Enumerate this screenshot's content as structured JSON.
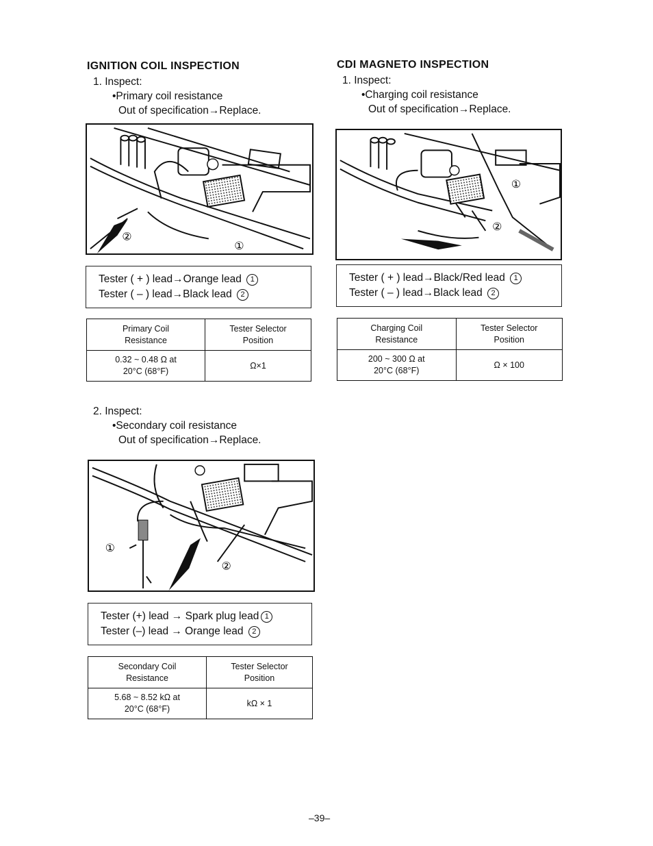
{
  "ignition": {
    "title": "IGNITION COIL INSPECTION",
    "step1": {
      "label": "1.  Inspect:",
      "bullet": "•Primary coil resistance",
      "action": "Out of specification→Replace."
    },
    "figure1": {
      "callout1": "①",
      "callout2": "②"
    },
    "leads1": {
      "plus_text": "Tester ( + ) lead→Orange lead",
      "plus_num": "1",
      "minus_text": "Tester ( – ) lead→Black lead",
      "minus_num": "2"
    },
    "table1": {
      "col1_header": "Primary Coil\nResistance",
      "col2_header": "Tester Selector\nPosition",
      "value": "0.32 ~ 0.48 Ω  at\n20°C (68°F)",
      "position": "Ω×1"
    },
    "step2": {
      "label": "2.  Inspect:",
      "bullet": "•Secondary coil resistance",
      "action": "Out of specification→Replace."
    },
    "figure2": {
      "callout1": "①",
      "callout2": "②"
    },
    "leads2": {
      "plus_text": "Tester (+) lead → Spark plug lead",
      "plus_num": "1",
      "minus_text": "Tester (–) lead → Orange lead",
      "minus_num": "2"
    },
    "table2": {
      "col1_header": "Secondary Coil\nResistance",
      "col2_header": "Tester Selector\nPosition",
      "value": "5.68 ~ 8.52 kΩ  at\n20°C (68°F)",
      "position": "kΩ × 1"
    }
  },
  "cdi": {
    "title": "CDI MAGNETO INSPECTION",
    "step1": {
      "label": "1.  Inspect:",
      "bullet": "•Charging coil resistance",
      "action": "Out of specification→Replace."
    },
    "figure": {
      "callout1": "①",
      "callout2": "②"
    },
    "leads": {
      "plus_text": "Tester ( + ) lead→Black/Red lead",
      "plus_num": "1",
      "minus_text": "Tester ( – ) lead→Black lead",
      "minus_num": "2"
    },
    "table": {
      "col1_header": "Charging Coil\nResistance",
      "col2_header": "Tester Selector\nPosition",
      "value": "200 ~ 300 Ω  at\n20°C (68°F)",
      "position": "Ω × 100"
    }
  },
  "page_number": "–39–"
}
